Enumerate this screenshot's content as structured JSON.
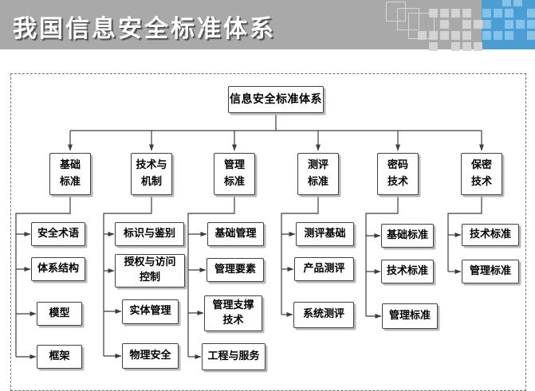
{
  "header": {
    "title": "我国信息安全标准体系",
    "colors": {
      "banner_bg": "#a9a9a9",
      "title_color": "#ffffff",
      "accent_blue": "#4a9ed3",
      "square_gray": "#d3d3d3",
      "square_light_blue": "#85c4e6"
    }
  },
  "diagram": {
    "root": {
      "label": "信息安全标准体系"
    },
    "branches": [
      {
        "label": "基础\n标准",
        "children": [
          "安全术语",
          "体系结构",
          "模型",
          "框架"
        ]
      },
      {
        "label": "技术与\n机制",
        "children": [
          "标识与鉴别",
          "授权与访问\n控制",
          "实体管理",
          "物理安全"
        ]
      },
      {
        "label": "管理\n标准",
        "children": [
          "基础管理",
          "管理要素",
          "管理支撑\n技术",
          "工程与服务"
        ]
      },
      {
        "label": "测评\n标准",
        "children": [
          "测评基础",
          "产品测评",
          "系统测评"
        ]
      },
      {
        "label": "密码\n技术",
        "children": [
          "基础标准",
          "技术标准",
          "管理标准"
        ]
      },
      {
        "label": "保密\n技术",
        "children": [
          "技术标准",
          "管理标准"
        ]
      }
    ]
  }
}
